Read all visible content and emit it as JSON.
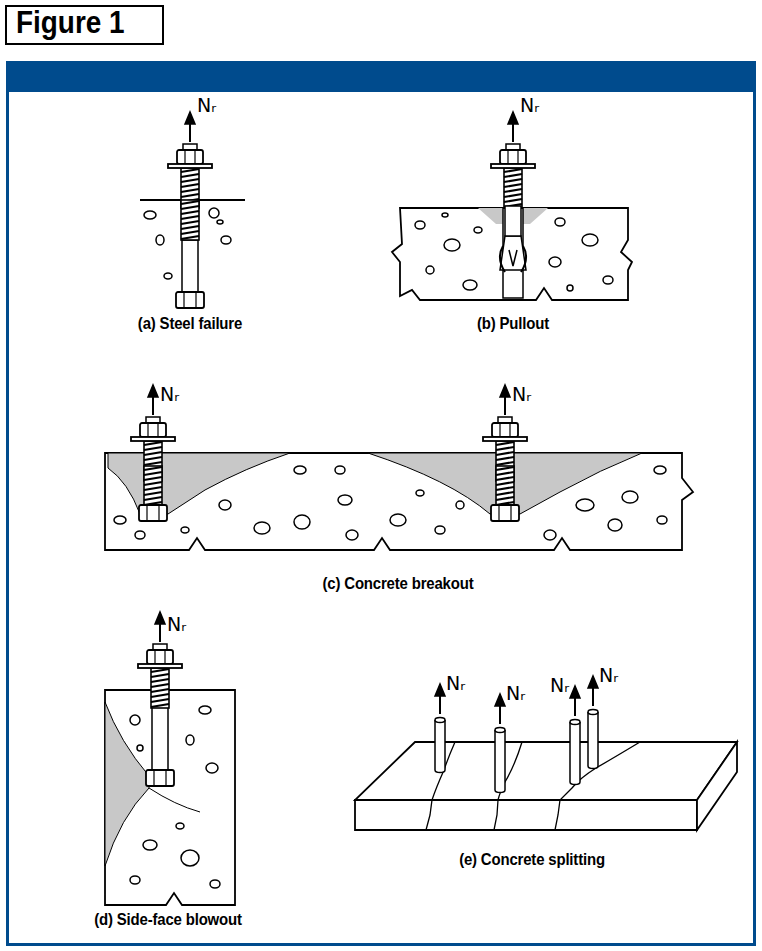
{
  "diagram": {
    "title": "Figure 1",
    "labels": [
      "Nᵣ",
      "Nᵣ",
      "(a) Steel failure",
      "(b) Pullout",
      "Nᵣ",
      "Nᵣ",
      "(c) Concrete breakout",
      "Nᵣ",
      "Nᵣ",
      "Nᵣ",
      "Nᵣ",
      "Nᵣ",
      "(e) Concrete splitting",
      "(d) Side-face blowout"
    ]
  }
}
